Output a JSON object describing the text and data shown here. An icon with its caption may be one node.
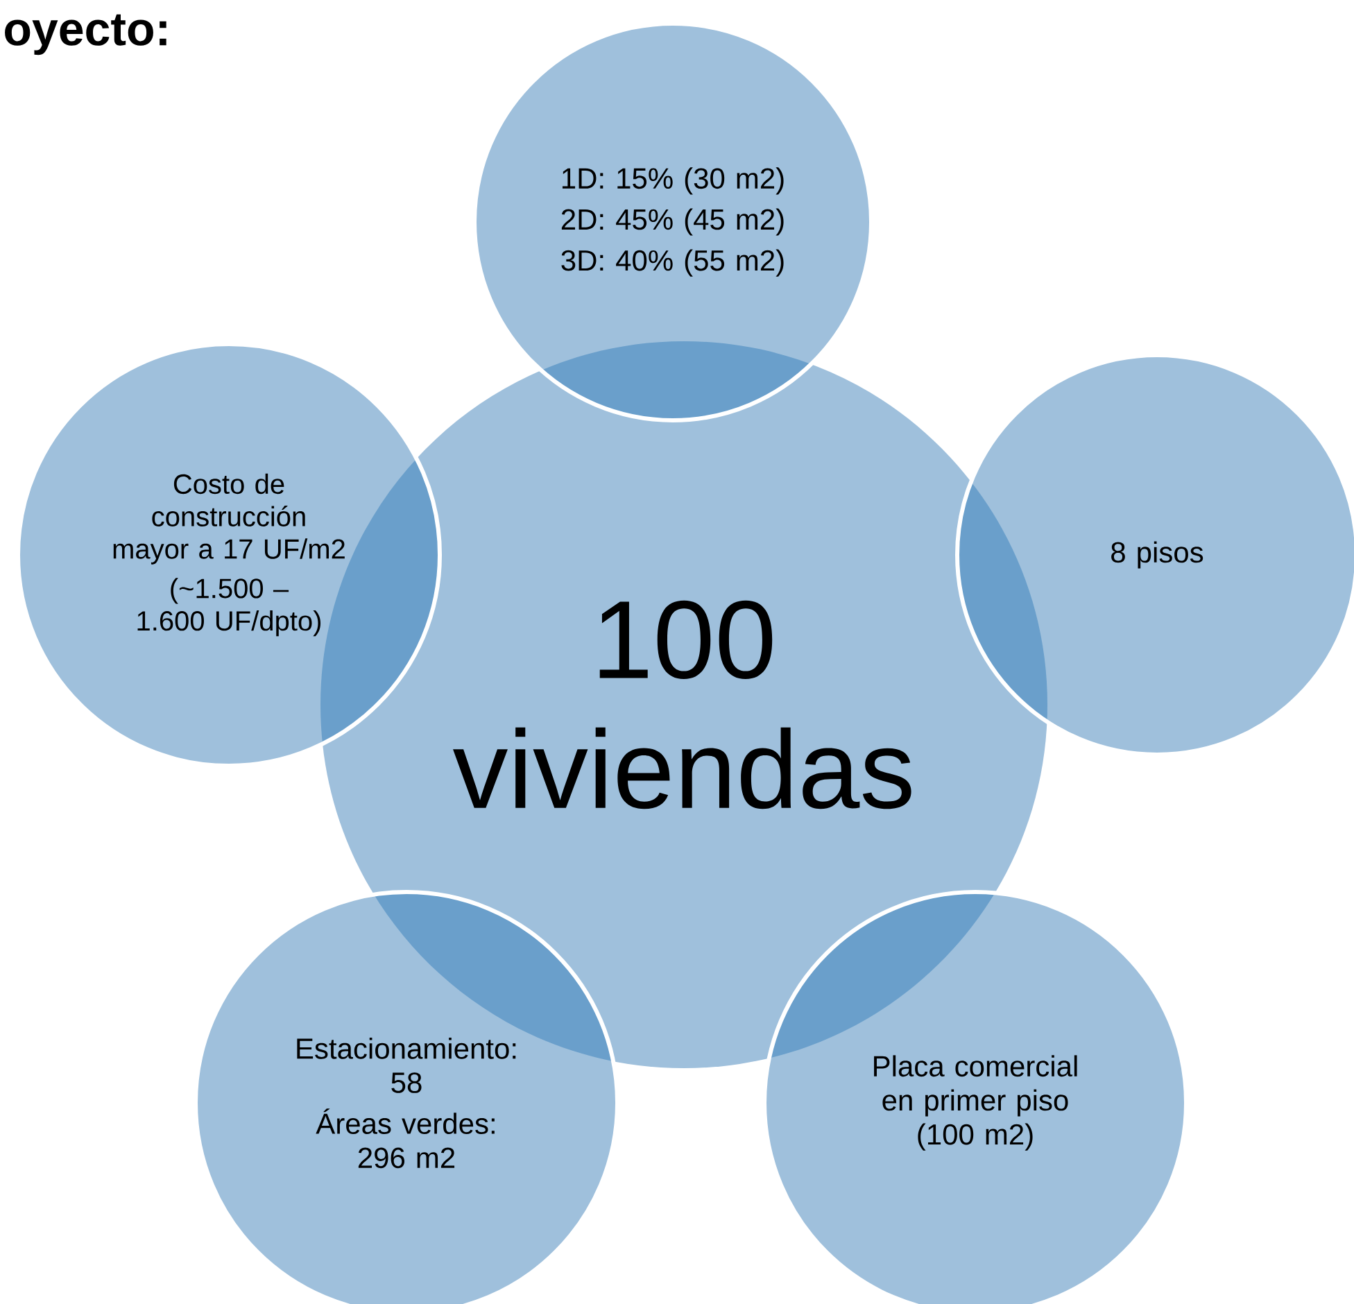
{
  "diagram": {
    "title": "oyecto:",
    "nodes": [
      {
        "text": [
          "100 viviendas"
        ]
      },
      {
        "text": [
          "1D: 15% (30 m2)",
          "2D: 45% (45 m2)",
          "3D: 40% (55 m2)"
        ]
      },
      {
        "text": [
          "8 pisos"
        ]
      },
      {
        "text": [
          "Placa comercial en primer piso (100 m2)"
        ]
      },
      {
        "text": [
          "Estacionamiento: 58",
          "Áreas verdes: 296 m2"
        ]
      },
      {
        "text": [
          "Costo de construcción mayor a 17 UF/m2",
          "(~1.500 – 1.600 UF/dpto)"
        ]
      }
    ]
  }
}
